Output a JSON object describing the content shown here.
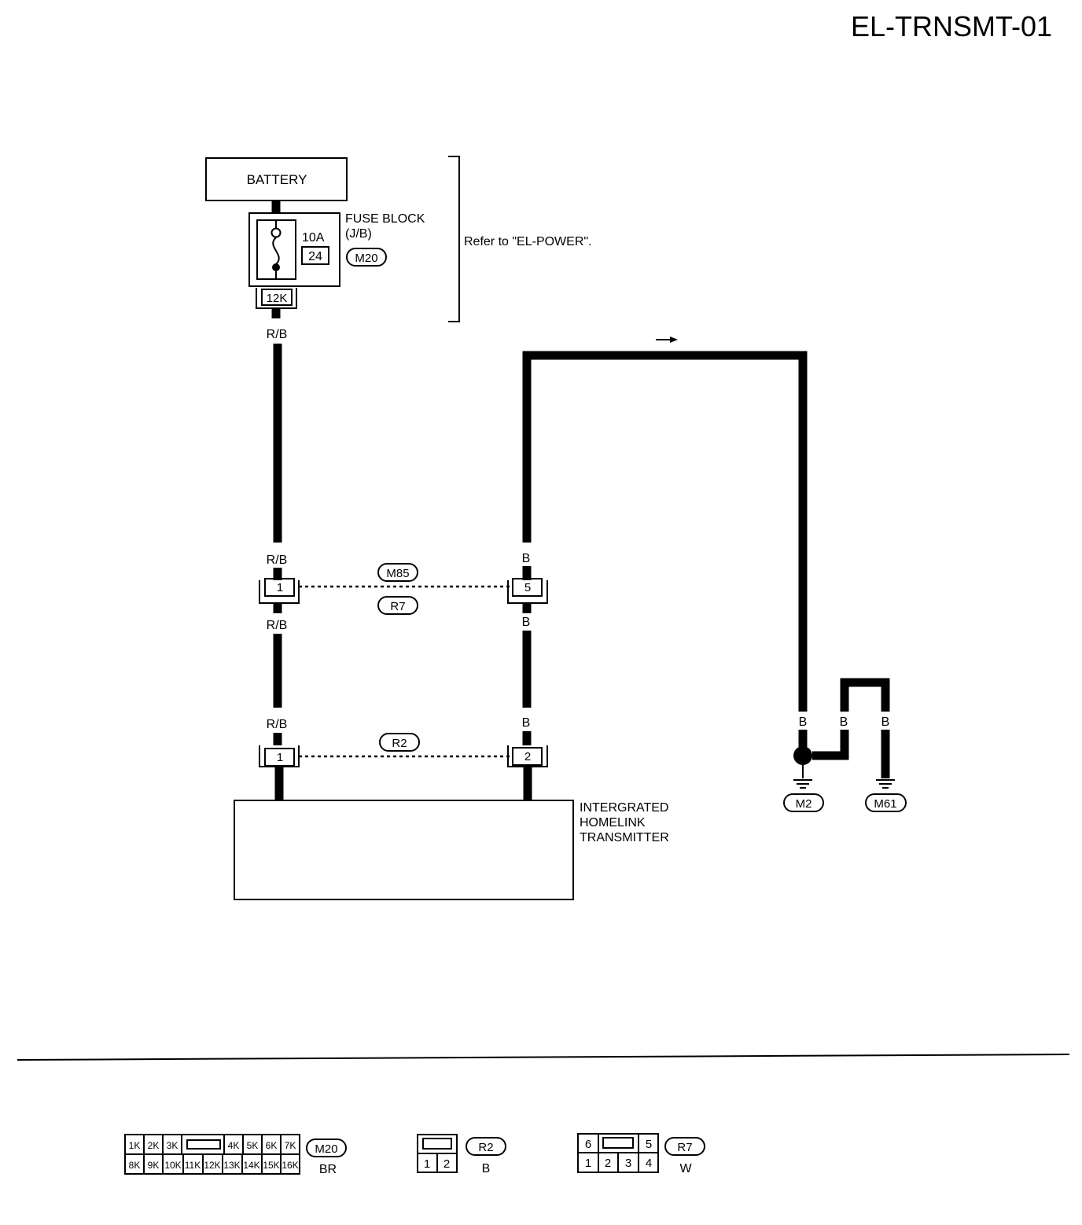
{
  "page_title": "EL-TRNSMT-01",
  "battery": "BATTERY",
  "fuse_block": {
    "line1": "FUSE BLOCK",
    "line2": "(J/B)",
    "amperage": "10A",
    "fuse_number": "24",
    "connector": "M20",
    "terminal": "12K"
  },
  "refer_note": "Refer to \"EL-POWER\".",
  "wire_colors": {
    "rb": "R/B",
    "b": "B"
  },
  "connectors": {
    "m85": "M85",
    "r7": "R7",
    "r2": "R2",
    "m85_left_pin": "1",
    "m85_right_pin": "5",
    "r2_left_pin": "1",
    "r2_right_pin": "2"
  },
  "transmitter": {
    "line1": "INTERGRATED",
    "line2": "HOMELINK",
    "line3": "TRANSMITTER"
  },
  "grounds": {
    "g1": "M2",
    "g2": "M61"
  },
  "legend": {
    "m20": {
      "top_pins": [
        "1K",
        "2K",
        "3K",
        "4K",
        "5K",
        "6K",
        "7K"
      ],
      "bottom_pins": [
        "8K",
        "9K",
        "10K",
        "11K",
        "12K",
        "13K",
        "14K",
        "15K",
        "16K"
      ],
      "name": "M20",
      "color": "BR"
    },
    "r2": {
      "pins": [
        "1",
        "2"
      ],
      "name": "R2",
      "color": "B"
    },
    "r7": {
      "top_pins": [
        "6",
        "5"
      ],
      "bottom_pins": [
        "1",
        "2",
        "3",
        "4"
      ],
      "name": "R7",
      "color": "W"
    }
  }
}
